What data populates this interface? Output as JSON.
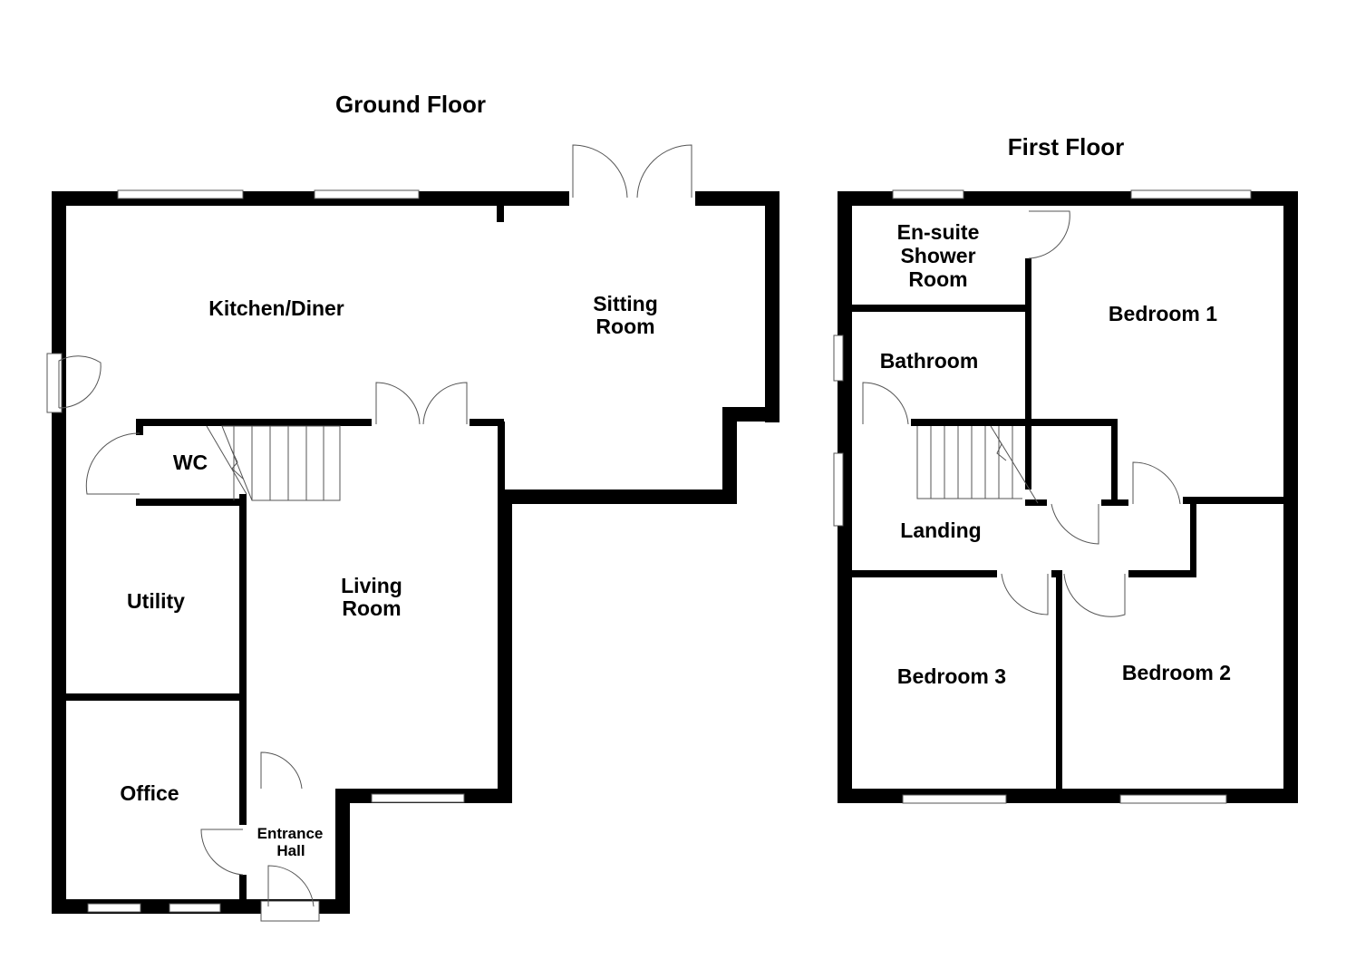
{
  "floors": {
    "ground": {
      "title": "Ground Floor",
      "rooms": {
        "kitchen": "Kitchen/Diner",
        "sitting_1": "Sitting",
        "sitting_2": "Room",
        "wc": "WC",
        "utility": "Utility",
        "living_1": "Living",
        "living_2": "Room",
        "office": "Office",
        "hall_1": "Entrance",
        "hall_2": "Hall"
      }
    },
    "first": {
      "title": "First Floor",
      "rooms": {
        "ensuite_1": "En-suite",
        "ensuite_2": "Shower",
        "ensuite_3": "Room",
        "bedroom1": "Bedroom 1",
        "bathroom": "Bathroom",
        "landing": "Landing",
        "bedroom3": "Bedroom 3",
        "bedroom2": "Bedroom 2"
      }
    }
  }
}
